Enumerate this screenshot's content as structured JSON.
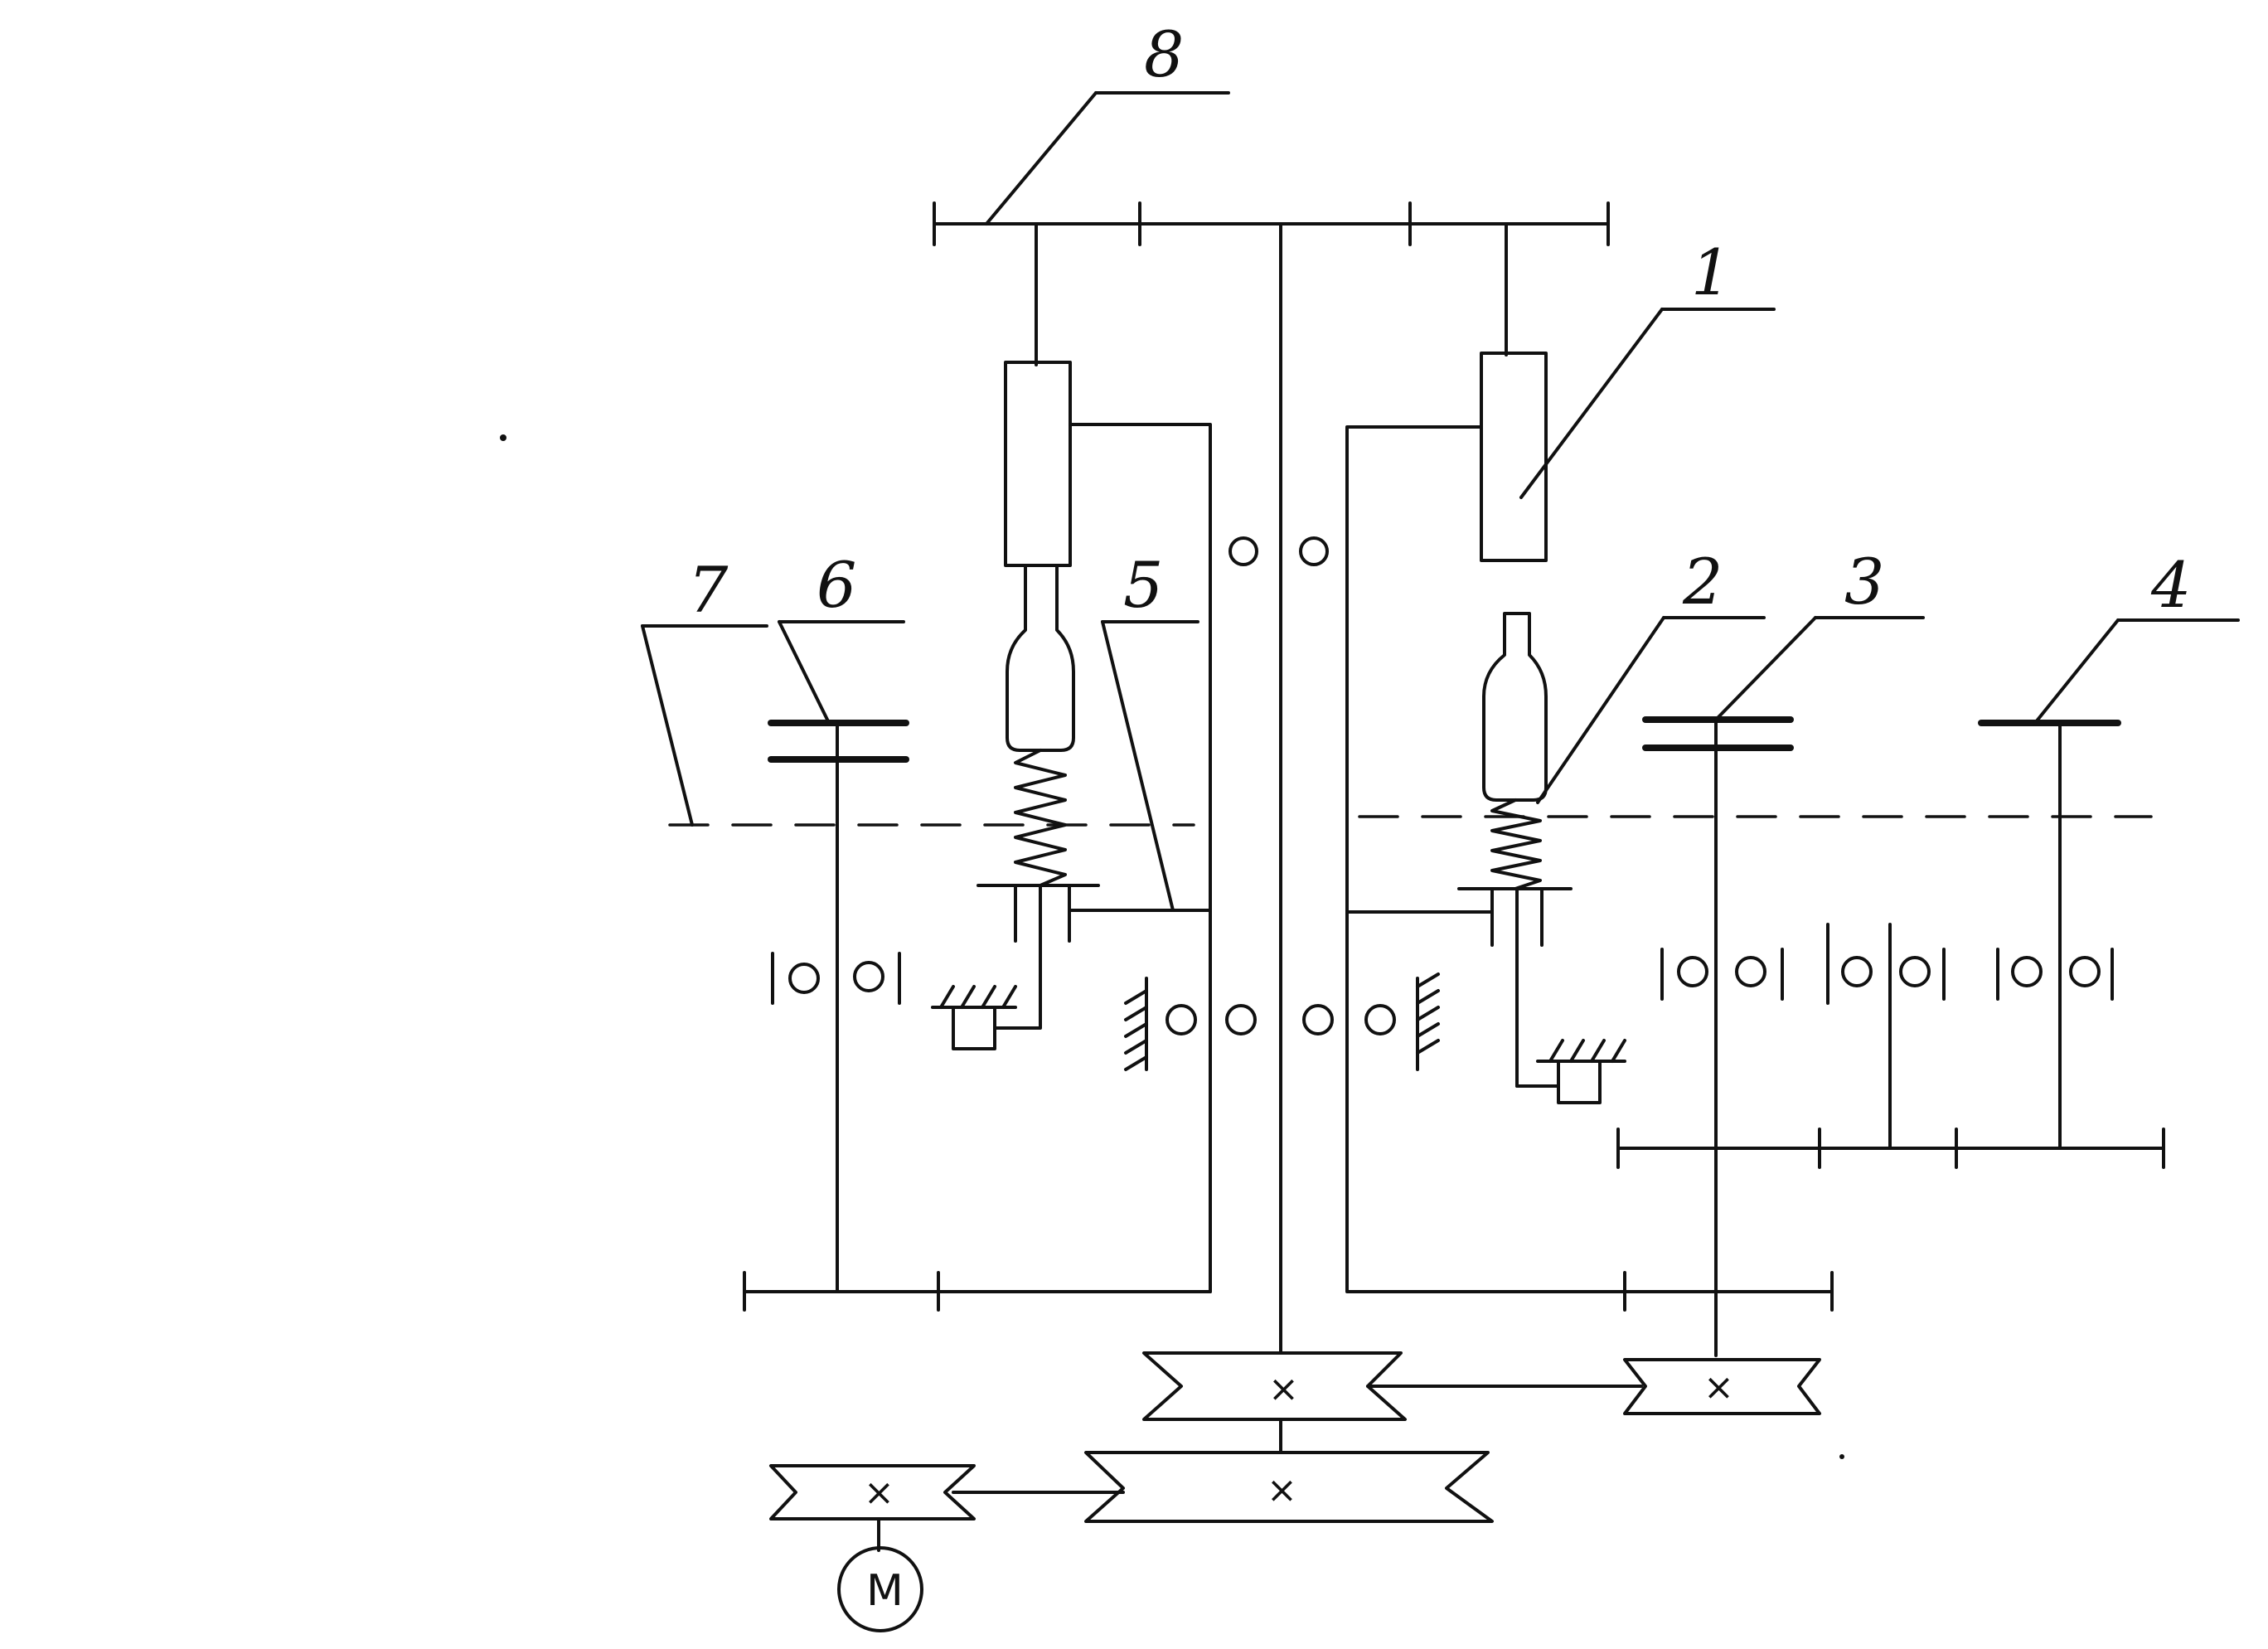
{
  "labels": {
    "l1": "1",
    "l2": "2",
    "l3": "3",
    "l4": "4",
    "l5": "5",
    "l6": "6",
    "l7": "7",
    "l8": "8"
  },
  "motor": {
    "symbol": "M"
  },
  "gears": {
    "cross_mark": "×"
  }
}
